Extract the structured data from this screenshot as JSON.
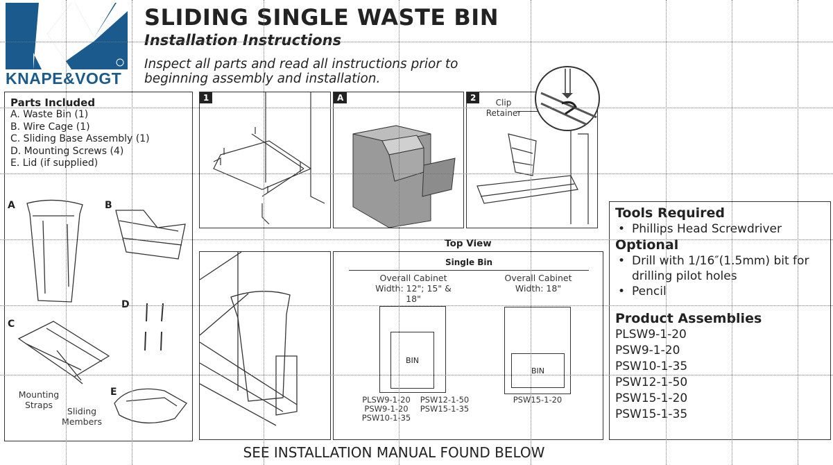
{
  "brand": {
    "name": "KNAPE&VOGT",
    "logo_letters": "KV",
    "colors": {
      "brand": "#1a5a8c",
      "ink": "#222222"
    }
  },
  "header": {
    "title": "SLIDING SINGLE WASTE BIN",
    "subtitle": "Installation Instructions",
    "intro": "Inspect all parts and read all instructions prior to beginning assembly and installation."
  },
  "parts": {
    "heading": "Parts Included",
    "items": [
      "A. Waste Bin (1)",
      "B. Wire Cage (1)",
      "C. Sliding Base Assembly (1)",
      "D. Mounting Screws (4)",
      "E. Lid (if supplied)"
    ],
    "letters": [
      "A",
      "B",
      "C",
      "D",
      "E"
    ],
    "labels": {
      "straps": "Mounting Straps",
      "members": "Sliding Members"
    }
  },
  "steps": [
    {
      "badge": "1"
    },
    {
      "badge": "A"
    },
    {
      "badge": "2",
      "callout": "Clip Retainer"
    }
  ],
  "top_view": {
    "label": "Top View",
    "heading": "Single Bin",
    "left": {
      "caption": "Overall Cabinet Width: 12\"; 15\" & 18\"",
      "bin": "BIN",
      "models_a": [
        "PLSW9-1-20",
        "PSW9-1-20",
        "PSW10-1-35"
      ],
      "models_b": [
        "PSW12-1-50",
        "PSW15-1-35"
      ]
    },
    "right": {
      "caption": "Overall Cabinet Width: 18\"",
      "bin": "BIN",
      "models": [
        "PSW15-1-20"
      ]
    }
  },
  "tools": {
    "heading": "Tools Required",
    "required": [
      "Phillips Head Screwdriver"
    ],
    "optional_heading": "Optional",
    "optional": [
      "Drill with 1/16″(1.5mm) bit for drilling pilot holes",
      "Pencil"
    ],
    "assemblies_heading": "Product Assemblies",
    "assemblies": [
      "PLSW9-1-20",
      "PSW9-1-20",
      "PSW10-1-35",
      "PSW12-1-50",
      "PSW15-1-20",
      "PSW15-1-35"
    ]
  },
  "footer": "SEE INSTALLATION MANUAL FOUND BELOW"
}
